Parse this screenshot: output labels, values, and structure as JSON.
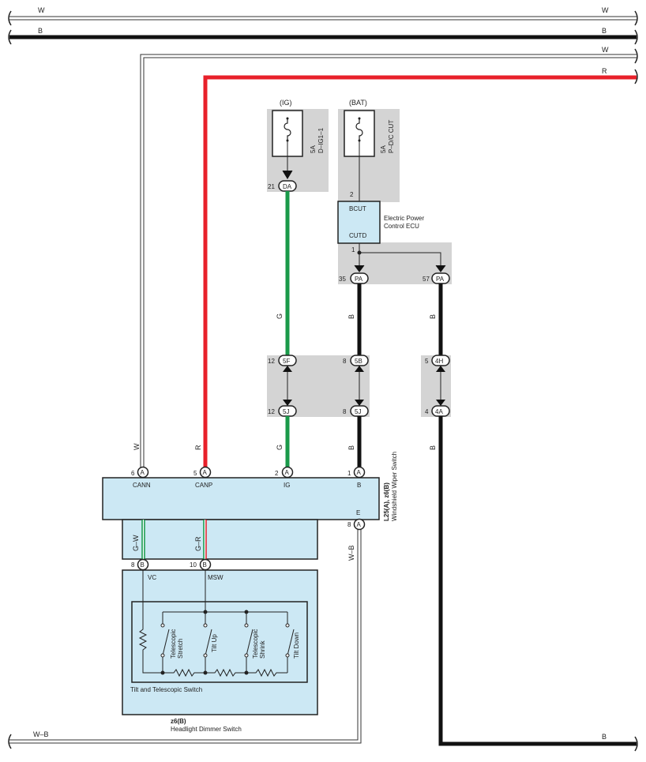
{
  "wire_colors": {
    "W": "#ffffff",
    "B": "#111111",
    "R": "#e8202a",
    "G": "#1a9a4a",
    "outline": "#333333"
  },
  "fill_colors": {
    "grey_box": "#d4d4d4",
    "component": "#cce8f4"
  },
  "top_bus": {
    "w_left": "W",
    "w_right": "W",
    "b_left": "B",
    "b_right": "B",
    "w2_right": "W",
    "r_right": "R"
  },
  "fuse_ig": {
    "supply": "(IG)",
    "rating": "5A",
    "name": "D–IG1–1"
  },
  "fuse_bat": {
    "supply": "(BAT)",
    "rating": "5A",
    "name": "P–D/C CUT"
  },
  "connectors": {
    "da": {
      "pin": "21",
      "id": "DA"
    },
    "bcut_pin": "2",
    "cutd_pin": "1",
    "pa_left": {
      "pin": "35",
      "id": "PA"
    },
    "pa_right": {
      "pin": "57",
      "id": "PA"
    },
    "c5f": {
      "pin": "12",
      "id": "5F"
    },
    "c5b": {
      "pin": "8",
      "id": "5B"
    },
    "c4h": {
      "pin": "5",
      "id": "4H"
    },
    "c5j_left": {
      "pin": "12",
      "id": "5J"
    },
    "c5j_right": {
      "pin": "8",
      "id": "5J"
    },
    "c4a": {
      "pin": "4",
      "id": "4A"
    }
  },
  "ecu": {
    "top": "BCUT",
    "bottom": "CUTD",
    "name_line1": "Electric Power",
    "name_line2": "Control ECU"
  },
  "wire_labels": {
    "g_upper": "G",
    "b_mid": "B",
    "b_right_upper": "B",
    "b_right_lower": "B",
    "w_cann": "W",
    "r_canp": "R",
    "g_lower": "G",
    "b_lower": "B",
    "wb": "W–B",
    "gw": "G–W",
    "gr": "G–R"
  },
  "wiper_switch": {
    "pins": [
      {
        "num": "6",
        "conn": "A",
        "label": "CANN"
      },
      {
        "num": "5",
        "conn": "A",
        "label": "CANP"
      },
      {
        "num": "2",
        "conn": "A",
        "label": "IG"
      },
      {
        "num": "1",
        "conn": "A",
        "label": "B"
      }
    ],
    "e_label": "E",
    "e_pin": {
      "num": "8",
      "conn": "A"
    },
    "code": "L25(A), z6(B)",
    "name": "Windshield Wiper Switch"
  },
  "dimmer": {
    "pin_vc": {
      "num": "8",
      "conn": "B",
      "label": "VC"
    },
    "pin_msw": {
      "num": "10",
      "conn": "B",
      "label": "MSW"
    },
    "switches": [
      {
        "line1": "Telescopic",
        "line2": "Stretch"
      },
      {
        "line1": "Tilt Up",
        "line2": ""
      },
      {
        "line1": "Telescopic",
        "line2": "Shrink"
      },
      {
        "line1": "Tilt Down",
        "line2": ""
      }
    ],
    "inner_label": "Tilt and Telescopic Switch",
    "code": "z6(B)",
    "name": "Headlight Dimmer Switch"
  },
  "bottom_bus": {
    "wb_left": "W–B",
    "b_right": "B"
  }
}
